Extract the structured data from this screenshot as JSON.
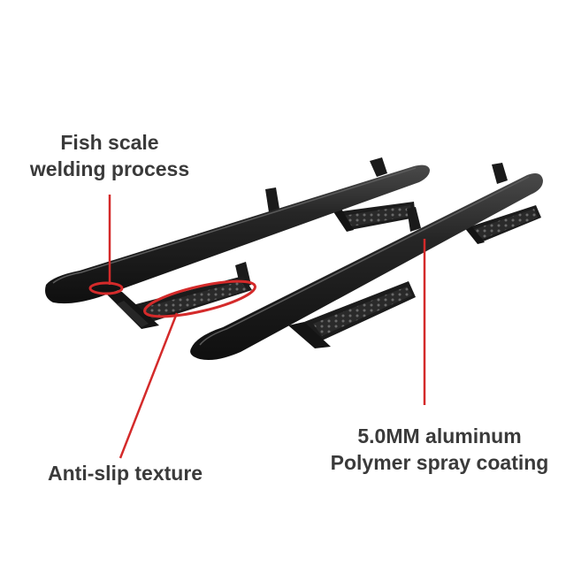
{
  "annotations": {
    "welding": {
      "line1": "Fish scale",
      "line2": "welding process"
    },
    "texture": {
      "text": "Anti-slip texture"
    },
    "material": {
      "line1": "5.0MM aluminum",
      "line2": "Polymer spray coating"
    }
  },
  "colors": {
    "background": "#ffffff",
    "bar": "#1e1e1e",
    "bar_highlight": "#3c3c3c",
    "callout": "#d42a2a",
    "text": "#3a3a3a"
  }
}
